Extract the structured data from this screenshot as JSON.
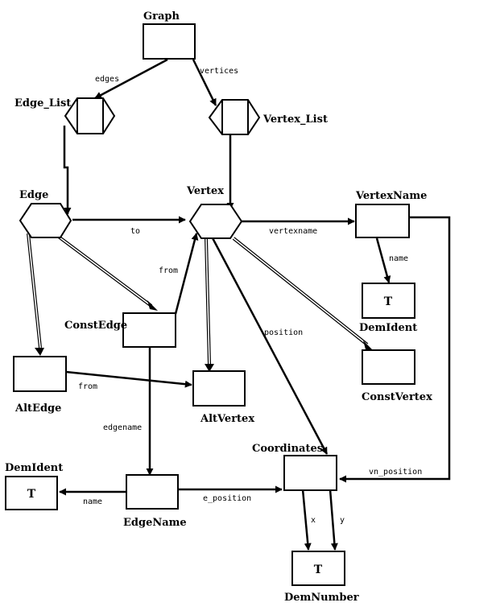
{
  "nodes": {
    "graph": "Graph",
    "edge_list": "Edge_List",
    "vertex_list": "Vertex_List",
    "edge": "Edge",
    "vertex": "Vertex",
    "vertex_name": "VertexName",
    "dem_ident_right": "DemIdent",
    "const_edge": "ConstEdge",
    "alt_edge": "AltEdge",
    "alt_vertex": "AltVertex",
    "const_vertex": "ConstVertex",
    "coordinates": "Coordinates",
    "dem_ident_left": "DemIdent",
    "edge_name": "EdgeName",
    "dem_number": "DemNumber"
  },
  "terminal_marks": {
    "dem_ident_right": "T",
    "dem_ident_left": "T",
    "dem_number": "T"
  },
  "edges": {
    "edges": "edges",
    "vertices": "vertices",
    "to": "to",
    "vertexname": "vertexname",
    "name_vertexname": "name",
    "from_constedge": "from",
    "position": "position",
    "from_altedge": "from",
    "edgename": "edgename",
    "vn_position": "vn_position",
    "name_edgename": "name",
    "e_position": "e_position",
    "x": "x",
    "y": "y"
  }
}
